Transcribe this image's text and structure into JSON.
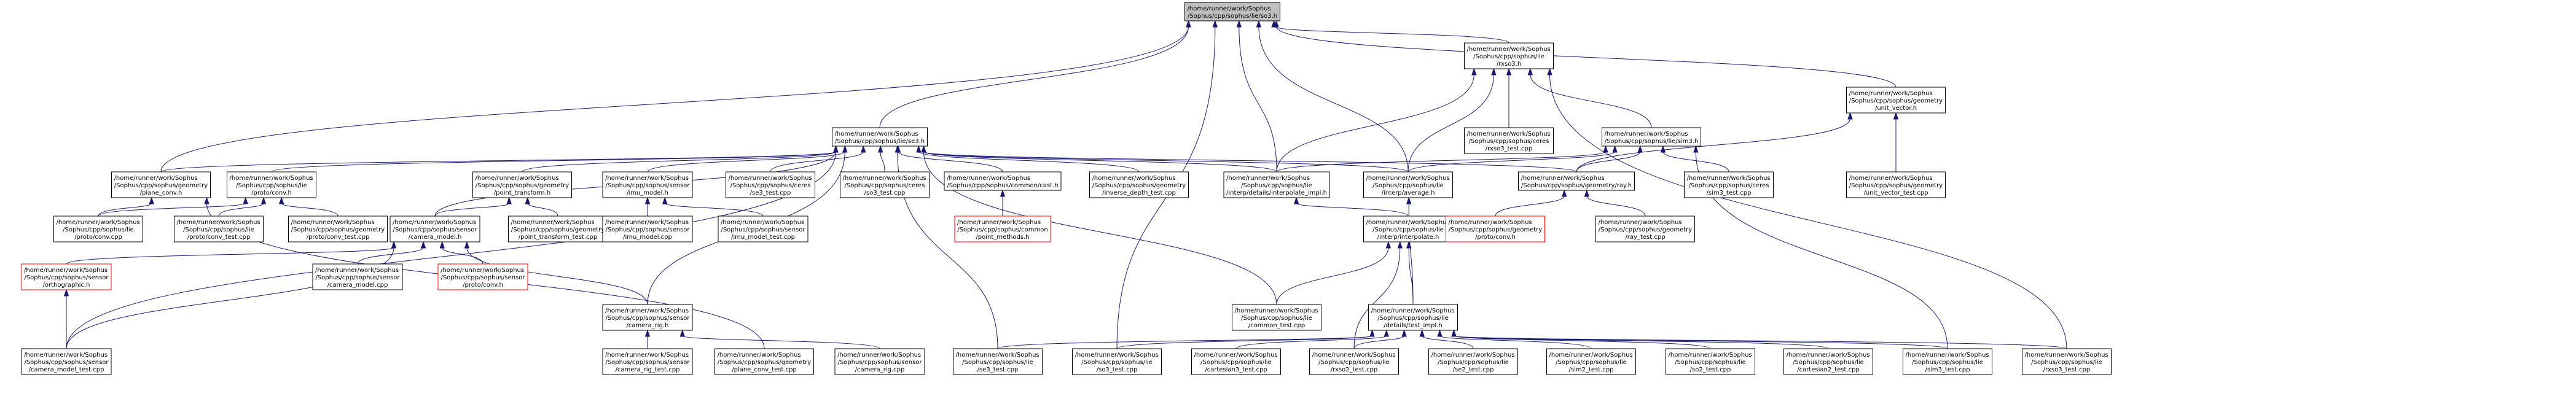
{
  "graph": {
    "colors": {
      "edge": "#191970",
      "node_border": "#000000",
      "node_fill": "#ffffff",
      "root_fill": "#bfbfbf",
      "truncated_border": "#ff0000"
    },
    "nodes": {
      "so3h": {
        "lines": [
          "/home/runner/work/Sophus",
          "/Sophus/cpp/sophus/lie/so3.h"
        ],
        "kind": "root"
      },
      "rxso3h": {
        "lines": [
          "/home/runner/work/Sophus",
          "/Sophus/cpp/sophus/lie",
          "/rxso3.h"
        ],
        "kind": "normal"
      },
      "unitvectorh": {
        "lines": [
          "/home/runner/work/Sophus",
          "/Sophus/cpp/sophus/geometry",
          "/unit_vector.h"
        ],
        "kind": "normal"
      },
      "se3h": {
        "lines": [
          "/home/runner/work/Sophus",
          "/Sophus/cpp/sophus/lie/se3.h"
        ],
        "kind": "normal"
      },
      "rxso3test_ceres": {
        "lines": [
          "/home/runner/work/Sophus",
          "/Sophus/cpp/sophus/ceres",
          "/rxso3_test.cpp"
        ],
        "kind": "normal"
      },
      "sim3h": {
        "lines": [
          "/home/runner/work/Sophus",
          "/Sophus/cpp/sophus/lie/sim3.h"
        ],
        "kind": "normal"
      },
      "unitvectortest": {
        "lines": [
          "/home/runner/work/Sophus",
          "/Sophus/cpp/sophus/geometry",
          "/unit_vector_test.cpp"
        ],
        "kind": "normal"
      },
      "planeconvh": {
        "lines": [
          "/home/runner/work/Sophus",
          "/Sophus/cpp/sophus/geometry",
          "/plane_conv.h"
        ],
        "kind": "normal"
      },
      "lieprotoconvh": {
        "lines": [
          "/home/runner/work/Sophus",
          "/Sophus/cpp/sophus/lie",
          "/proto/conv.h"
        ],
        "kind": "normal"
      },
      "pointtransformh": {
        "lines": [
          "/home/runner/work/Sophus",
          "/Sophus/cpp/sophus/geometry",
          "/point_transform.h"
        ],
        "kind": "normal"
      },
      "imumodelh": {
        "lines": [
          "/home/runner/work/Sophus",
          "/Sophus/cpp/sophus/sensor",
          "/imu_model.h"
        ],
        "kind": "normal"
      },
      "se3test_ceres": {
        "lines": [
          "/home/runner/work/Sophus",
          "/Sophus/cpp/sophus/ceres",
          "/se3_test.cpp"
        ],
        "kind": "normal"
      },
      "so3test_ceres": {
        "lines": [
          "/home/runner/work/Sophus",
          "/Sophus/cpp/sophus/ceres",
          "/so3_test.cpp"
        ],
        "kind": "normal"
      },
      "casth": {
        "lines": [
          "/home/runner/work/Sophus",
          "/Sophus/cpp/sophus/common/cast.h"
        ],
        "kind": "normal"
      },
      "inversedepthtest": {
        "lines": [
          "/home/runner/work/Sophus",
          "/Sophus/cpp/sophus/geometry",
          "/inverse_depth_test.cpp"
        ],
        "kind": "normal"
      },
      "interpimplh": {
        "lines": [
          "/home/runner/work/Sophus",
          "/Sophus/cpp/sophus/lie",
          "/interp/details/interpolate_impl.h"
        ],
        "kind": "normal"
      },
      "averageh": {
        "lines": [
          "/home/runner/work/Sophus",
          "/Sophus/cpp/sophus/lie",
          "/interp/average.h"
        ],
        "kind": "normal"
      },
      "rayh": {
        "lines": [
          "/home/runner/work/Sophus",
          "/Sophus/cpp/sophus/geometry/ray.h"
        ],
        "kind": "normal"
      },
      "sim3test_ceres": {
        "lines": [
          "/home/runner/work/Sophus",
          "/Sophus/cpp/sophus/ceres",
          "/sim3_test.cpp"
        ],
        "kind": "normal"
      },
      "protoconvcpp": {
        "lines": [
          "/home/runner/work/Sophus",
          "/Sophus/cpp/sophus/lie",
          "/proto/conv.cpp"
        ],
        "kind": "normal"
      },
      "lieprotoconvtest": {
        "lines": [
          "/home/runner/work/Sophus",
          "/Sophus/cpp/sophus/lie",
          "/proto/conv_test.cpp"
        ],
        "kind": "normal"
      },
      "geomprotoconvtest": {
        "lines": [
          "/home/runner/work/Sophus",
          "/Sophus/cpp/sophus/geometry",
          "/proto/conv_test.cpp"
        ],
        "kind": "normal"
      },
      "cameramodelh": {
        "lines": [
          "/home/runner/work/Sophus",
          "/Sophus/cpp/sophus/sensor",
          "/camera_model.h"
        ],
        "kind": "normal"
      },
      "pointtransformtest": {
        "lines": [
          "/home/runner/work/Sophus",
          "/Sophus/cpp/sophus/geometry",
          "/point_transform_test.cpp"
        ],
        "kind": "normal"
      },
      "imumodelcpp": {
        "lines": [
          "/home/runner/work/Sophus",
          "/Sophus/cpp/sophus/sensor",
          "/imu_model.cpp"
        ],
        "kind": "normal"
      },
      "imumodeltest": {
        "lines": [
          "/home/runner/work/Sophus",
          "/Sophus/cpp/sophus/sensor",
          "/imu_model_test.cpp"
        ],
        "kind": "normal"
      },
      "pointmethodsh": {
        "lines": [
          "/home/runner/work/Sophus",
          "/Sophus/cpp/sophus/common",
          "/point_methods.h"
        ],
        "kind": "truncated"
      },
      "interpolateh": {
        "lines": [
          "/home/runner/work/Sophus",
          "/Sophus/cpp/sophus/lie",
          "/interp/interpolate.h"
        ],
        "kind": "normal"
      },
      "geomprotoconvh": {
        "lines": [
          "/home/runner/work/Sophus",
          "/Sophus/cpp/sophus/geometry",
          "/proto/conv.h"
        ],
        "kind": "truncated"
      },
      "raytest": {
        "lines": [
          "/home/runner/work/Sophus",
          "/Sophus/cpp/sophus/geometry",
          "/ray_test.cpp"
        ],
        "kind": "normal"
      },
      "orthographich": {
        "lines": [
          "/home/runner/work/Sophus",
          "/Sophus/cpp/sophus/sensor",
          "/orthographic.h"
        ],
        "kind": "truncated"
      },
      "cameramodelcpp": {
        "lines": [
          "/home/runner/work/Sophus",
          "/Sophus/cpp/sophus/sensor",
          "/camera_model.cpp"
        ],
        "kind": "normal"
      },
      "sensorprotoconvh": {
        "lines": [
          "/home/runner/work/Sophus",
          "/Sophus/cpp/sophus/sensor",
          "/proto/conv.h"
        ],
        "kind": "truncated"
      },
      "camerarigh": {
        "lines": [
          "/home/runner/work/Sophus",
          "/Sophus/cpp/sophus/sensor",
          "/camera_rig.h"
        ],
        "kind": "normal"
      },
      "commontest": {
        "lines": [
          "/home/runner/work/Sophus",
          "/Sophus/cpp/sophus/lie",
          "/common_test.cpp"
        ],
        "kind": "normal"
      },
      "testimplh": {
        "lines": [
          "/home/runner/work/Sophus",
          "/Sophus/cpp/sophus/lie",
          "/details/test_impl.h"
        ],
        "kind": "normal"
      },
      "cameramodeltest": {
        "lines": [
          "/home/runner/work/Sophus",
          "/Sophus/cpp/sophus/sensor",
          "/camera_model_test.cpp"
        ],
        "kind": "normal"
      },
      "camerarigtest": {
        "lines": [
          "/home/runner/work/Sophus",
          "/Sophus/cpp/sophus/sensor",
          "/camera_rig_test.cpp"
        ],
        "kind": "normal"
      },
      "planeconvtest": {
        "lines": [
          "/home/runner/work/Sophus",
          "/Sophus/cpp/sophus/geometry",
          "/plane_conv_test.cpp"
        ],
        "kind": "normal"
      },
      "camerarigcpp": {
        "lines": [
          "/home/runner/work/Sophus",
          "/Sophus/cpp/sophus/sensor",
          "/camera_rig.cpp"
        ],
        "kind": "normal"
      },
      "se3test_lie": {
        "lines": [
          "/home/runner/work/Sophus",
          "/Sophus/cpp/sophus/lie",
          "/se3_test.cpp"
        ],
        "kind": "normal"
      },
      "so3test_lie": {
        "lines": [
          "/home/runner/work/Sophus",
          "/Sophus/cpp/sophus/lie",
          "/so3_test.cpp"
        ],
        "kind": "normal"
      },
      "cartesian3test": {
        "lines": [
          "/home/runner/work/Sophus",
          "/Sophus/cpp/sophus/lie",
          "/cartesian3_test.cpp"
        ],
        "kind": "normal"
      },
      "rxso2test": {
        "lines": [
          "/home/runner/work/Sophus",
          "/Sophus/cpp/sophus/lie",
          "/rxso2_test.cpp"
        ],
        "kind": "normal"
      },
      "se2test": {
        "lines": [
          "/home/runner/work/Sophus",
          "/Sophus/cpp/sophus/lie",
          "/se2_test.cpp"
        ],
        "kind": "normal"
      },
      "sim2test": {
        "lines": [
          "/home/runner/work/Sophus",
          "/Sophus/cpp/sophus/lie",
          "/sim2_test.cpp"
        ],
        "kind": "normal"
      },
      "so2test": {
        "lines": [
          "/home/runner/work/Sophus",
          "/Sophus/cpp/sophus/lie",
          "/so2_test.cpp"
        ],
        "kind": "normal"
      },
      "cartesian2test": {
        "lines": [
          "/home/runner/work/Sophus",
          "/Sophus/cpp/sophus/lie",
          "/cartesian2_test.cpp"
        ],
        "kind": "normal"
      },
      "sim3test_lie": {
        "lines": [
          "/home/runner/work/Sophus",
          "/Sophus/cpp/sophus/lie",
          "/sim3_test.cpp"
        ],
        "kind": "normal"
      },
      "rxso3test_lie": {
        "lines": [
          "/home/runner/work/Sophus",
          "/Sophus/cpp/sophus/lie",
          "/rxso3_test.cpp"
        ],
        "kind": "normal"
      }
    },
    "edges": [
      [
        "so3h",
        "rxso3h"
      ],
      [
        "so3h",
        "unitvectorh"
      ],
      [
        "so3h",
        "se3h"
      ],
      [
        "so3h",
        "planeconvh"
      ],
      [
        "so3h",
        "interpimplh"
      ],
      [
        "so3h",
        "averageh"
      ],
      [
        "so3h",
        "so3test_lie"
      ],
      [
        "rxso3h",
        "rxso3test_ceres"
      ],
      [
        "rxso3h",
        "sim3h"
      ],
      [
        "rxso3h",
        "interpimplh"
      ],
      [
        "rxso3h",
        "averageh"
      ],
      [
        "rxso3h",
        "rxso3test_lie"
      ],
      [
        "unitvectorh",
        "unitvectortest"
      ],
      [
        "unitvectorh",
        "rayh"
      ],
      [
        "se3h",
        "planeconvh"
      ],
      [
        "se3h",
        "lieprotoconvh"
      ],
      [
        "se3h",
        "pointtransformh"
      ],
      [
        "se3h",
        "imumodelh"
      ],
      [
        "se3h",
        "se3test_ceres"
      ],
      [
        "se3h",
        "so3test_ceres"
      ],
      [
        "se3h",
        "casth"
      ],
      [
        "se3h",
        "inversedepthtest"
      ],
      [
        "se3h",
        "interpimplh"
      ],
      [
        "se3h",
        "averageh"
      ],
      [
        "se3h",
        "rayh"
      ],
      [
        "se3h",
        "cameramodelh"
      ],
      [
        "se3h",
        "camerarigh"
      ],
      [
        "se3h",
        "commontest"
      ],
      [
        "se3h",
        "cameramodeltest"
      ],
      [
        "se3h",
        "se3test_lie"
      ],
      [
        "sim3h",
        "interpimplh"
      ],
      [
        "sim3h",
        "averageh"
      ],
      [
        "sim3h",
        "rayh"
      ],
      [
        "sim3h",
        "sim3test_ceres"
      ],
      [
        "sim3h",
        "sim3test_lie"
      ],
      [
        "planeconvh",
        "protoconvcpp"
      ],
      [
        "planeconvh",
        "planeconvtest"
      ],
      [
        "lieprotoconvh",
        "protoconvcpp"
      ],
      [
        "lieprotoconvh",
        "lieprotoconvtest"
      ],
      [
        "lieprotoconvh",
        "geomprotoconvtest"
      ],
      [
        "pointtransformh",
        "cameramodelh"
      ],
      [
        "pointtransformh",
        "pointtransformtest"
      ],
      [
        "imumodelh",
        "imumodelcpp"
      ],
      [
        "imumodelh",
        "imumodeltest"
      ],
      [
        "casth",
        "pointmethodsh"
      ],
      [
        "interpimplh",
        "interpolateh"
      ],
      [
        "averageh",
        "testimplh"
      ],
      [
        "rayh",
        "geomprotoconvh"
      ],
      [
        "rayh",
        "raytest"
      ],
      [
        "cameramodelh",
        "orthographich"
      ],
      [
        "cameramodelh",
        "cameramodelcpp"
      ],
      [
        "cameramodelh",
        "sensorprotoconvh"
      ],
      [
        "cameramodelh",
        "camerarigh"
      ],
      [
        "cameramodelh",
        "cameramodeltest"
      ],
      [
        "orthographich",
        "cameramodeltest"
      ],
      [
        "camerarigh",
        "camerarigtest"
      ],
      [
        "camerarigh",
        "camerarigcpp"
      ],
      [
        "interpolateh",
        "commontest"
      ],
      [
        "interpolateh",
        "testimplh"
      ],
      [
        "interpolateh",
        "rxso2test"
      ],
      [
        "testimplh",
        "se3test_lie"
      ],
      [
        "testimplh",
        "so3test_lie"
      ],
      [
        "testimplh",
        "cartesian3test"
      ],
      [
        "testimplh",
        "rxso2test"
      ],
      [
        "testimplh",
        "se2test"
      ],
      [
        "testimplh",
        "sim2test"
      ],
      [
        "testimplh",
        "so2test"
      ],
      [
        "testimplh",
        "cartesian2test"
      ],
      [
        "testimplh",
        "sim3test_lie"
      ],
      [
        "testimplh",
        "rxso3test_lie"
      ]
    ]
  }
}
